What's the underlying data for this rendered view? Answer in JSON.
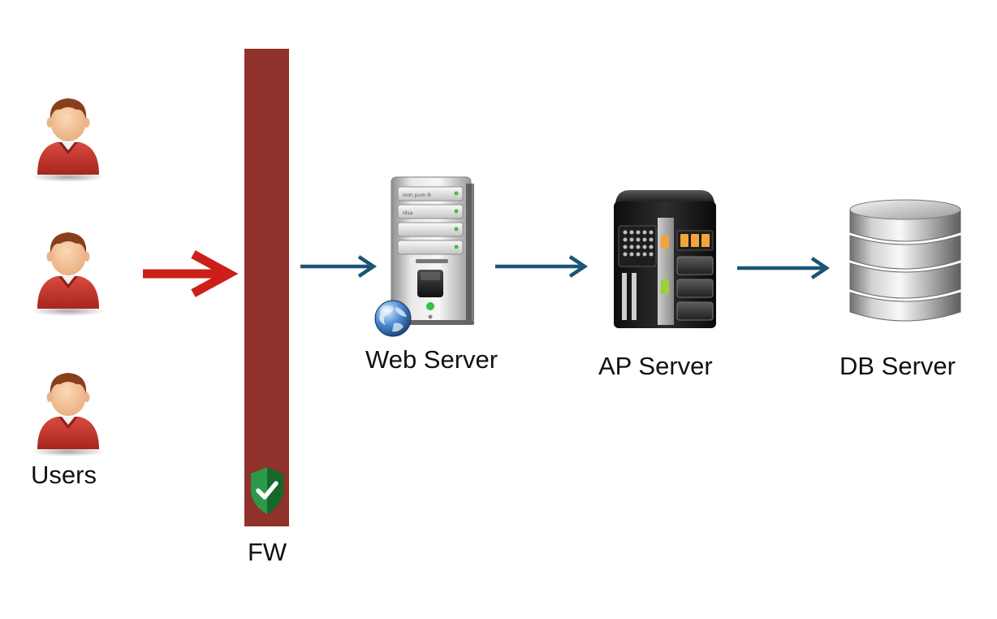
{
  "labels": {
    "users": "Users",
    "firewall": "FW",
    "web_server": "Web Server",
    "ap_server": "AP Server",
    "db_server": "DB Server"
  },
  "web_server_slot_text": [
    "ioon pum lk",
    "ldsa"
  ],
  "icons": {
    "user": "user-icon",
    "firewall_badge": "shield-check-icon",
    "web_server": "server-tower-icon",
    "globe": "globe-icon",
    "ap_server": "application-server-icon",
    "db_server": "database-icon"
  },
  "colors": {
    "firewall": "#91312b",
    "inbound_arrow": "#cc1f1a",
    "flow_arrow": "#1a5574",
    "shield": "#1f7a3a",
    "user_shirt": "#c63a32",
    "user_hair": "#8a3f1c",
    "user_skin": "#f6c9a0"
  }
}
